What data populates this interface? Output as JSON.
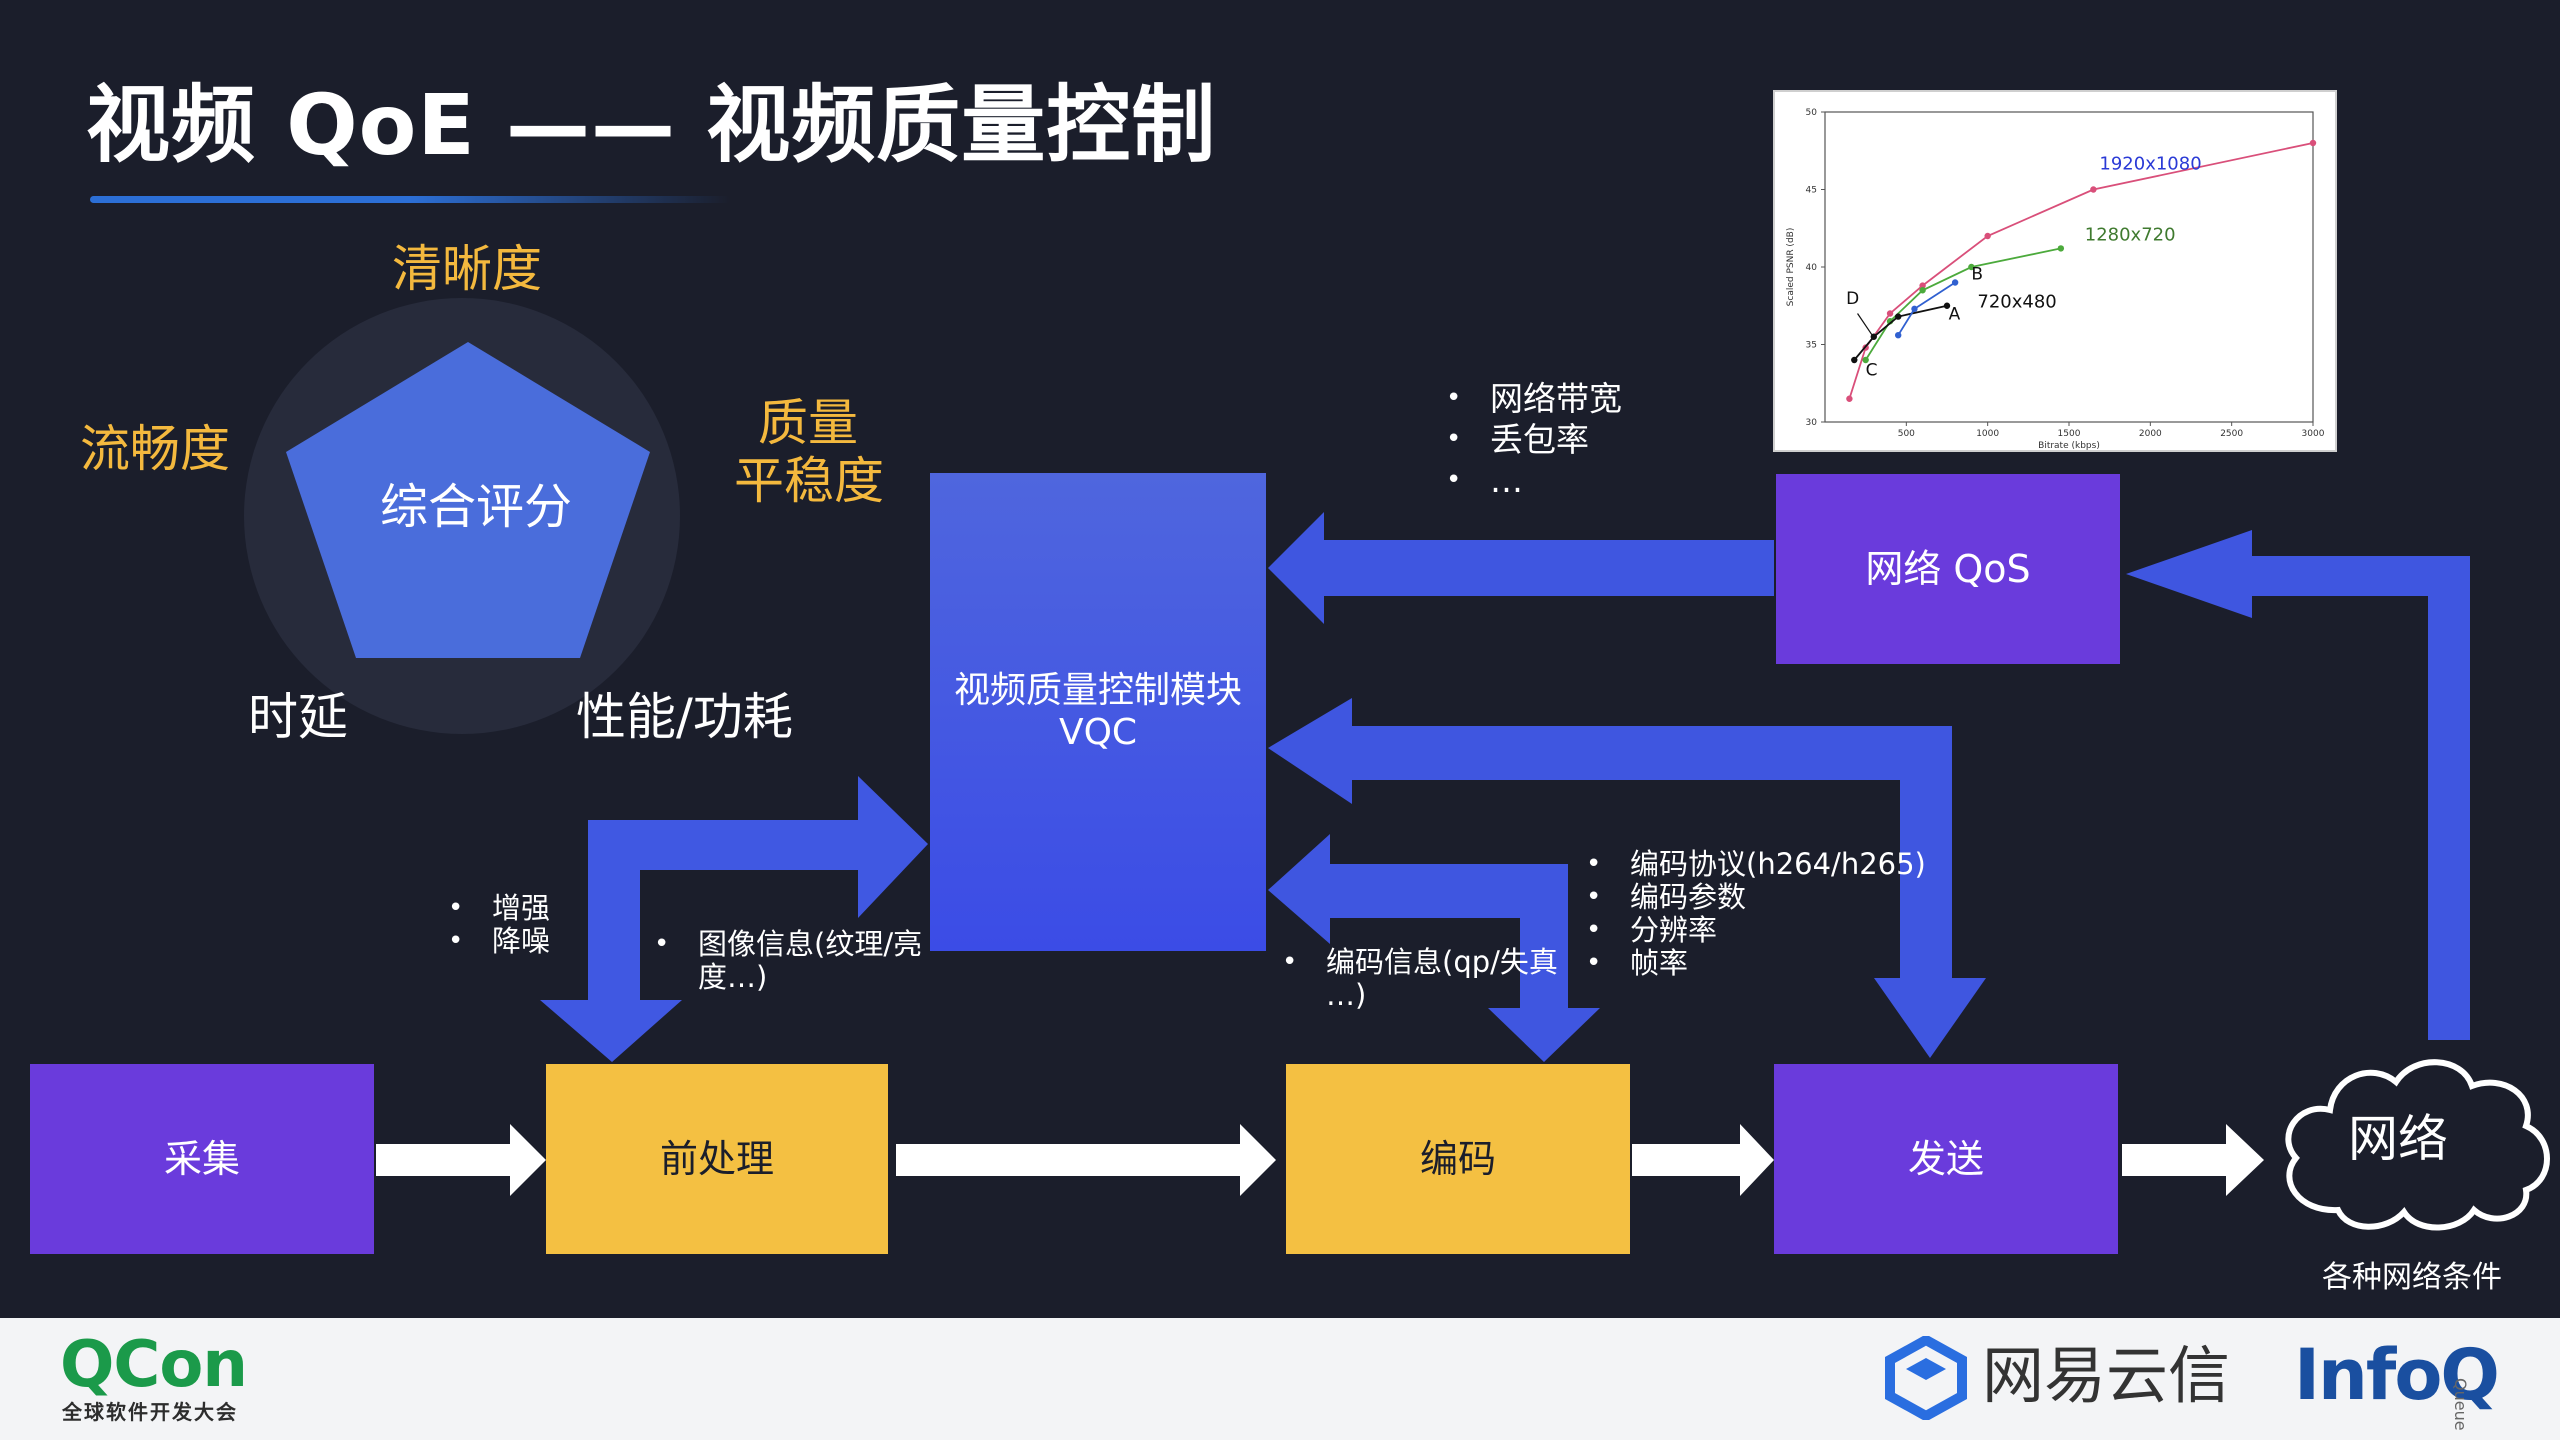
{
  "title": "视频 QoE —— 视频质量控制",
  "qoe": {
    "center": "综合评分",
    "top": "清晰度",
    "left": "流畅度",
    "right_line1": "质量",
    "right_line2": "平稳度",
    "bottom_left": "时延",
    "bottom_right": "性能/功耗"
  },
  "vqc": {
    "line1": "视频质量控制模块",
    "line2": "VQC"
  },
  "pipeline": {
    "capture": "采集",
    "preprocess": "前处理",
    "encode": "编码",
    "send": "发送",
    "network": "网络",
    "network_caption": "各种网络条件"
  },
  "network_qos": "网络 QoS",
  "bullets": {
    "qos": [
      "网络带宽",
      "丢包率",
      "…"
    ],
    "preprocess_out": [
      "增强",
      "降噪"
    ],
    "image_info": [
      "图像信息(纹理/亮",
      "度…)"
    ],
    "encode_info": [
      "编码信息(qp/失真",
      "…)"
    ],
    "encode_params": [
      "编码协议(h264/h265)",
      "编码参数",
      "分辨率",
      "帧率"
    ]
  },
  "chart_data": {
    "type": "line",
    "xlabel": "Bitrate (kbps)",
    "ylabel": "Scaled PSNR (dB)",
    "xlim": [
      0,
      3000
    ],
    "ylim": [
      30,
      50
    ],
    "x_ticks": [
      "500",
      "1000",
      "1500",
      "2000",
      "2500",
      "3000"
    ],
    "y_ticks": [
      "30",
      "35",
      "40",
      "45",
      "50"
    ],
    "series": [
      {
        "name": "1920x1080",
        "color": "#d94f7a",
        "points": [
          [
            150,
            31.5
          ],
          [
            250,
            34.8
          ],
          [
            400,
            37.0
          ],
          [
            600,
            38.8
          ],
          [
            1000,
            42.0
          ],
          [
            1650,
            45.0
          ],
          [
            3000,
            48.0
          ]
        ]
      },
      {
        "name": "1280x720",
        "color": "#4caa3c",
        "points": [
          [
            250,
            34.0
          ],
          [
            400,
            36.5
          ],
          [
            600,
            38.5
          ],
          [
            900,
            40.0
          ],
          [
            1450,
            41.2
          ]
        ]
      },
      {
        "name": "720x480",
        "color": "#111111",
        "points": [
          [
            180,
            34.0
          ],
          [
            300,
            35.5
          ],
          [
            450,
            36.8
          ],
          [
            750,
            37.5
          ]
        ]
      },
      {
        "name": "",
        "color": "#3060d0",
        "points": [
          [
            450,
            35.6
          ],
          [
            550,
            37.3
          ],
          [
            800,
            39.0
          ]
        ]
      }
    ],
    "annotations": [
      "A",
      "B",
      "C",
      "D"
    ]
  },
  "footer": {
    "qcon_logo": "QCon",
    "qcon_sub": "全球软件开发大会",
    "netease_logo": "网易云信",
    "infoq_logo": "InfoQ",
    "infoq_sub": "Queue"
  },
  "colors": {
    "background": "#1b1e2b",
    "purple": "#6a3bdc",
    "yellow": "#f4c042",
    "arrow_blue": "#3f56e0",
    "accent_orange": "#f4b93e"
  }
}
